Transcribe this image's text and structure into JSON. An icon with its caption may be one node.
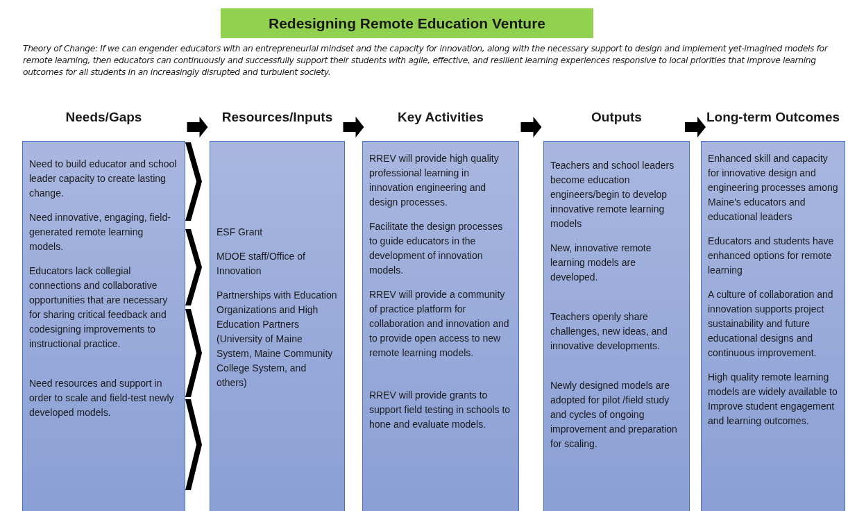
{
  "diagram": {
    "title": "Redesigning Remote Education Venture",
    "nodes": [
      {
        "text": [
          "Needs/Gaps",
          "Need to build educator and school leader capacity to create lasting change.",
          "Need innovative, engaging, field-generated remote learning models.",
          "Educators lack collegial connections and collaborative opportunities that are necessary for sharing critical feedback and codesigning improvements to instructional practice.",
          "Need resources and support in order to scale and field-test  newly developed models."
        ]
      },
      {
        "text": [
          "Resources/Inputs",
          "ESF Grant",
          "MDOE staff/Office of Innovation",
          "Partnerships with Education Organizations and High Education Partners (University of Maine System, Maine Community College System, and others)"
        ]
      },
      {
        "text": [
          "Key Activities",
          "RREV will provide high quality professional learning in innovation engineering and design processes.",
          "Facilitate the design processes to guide educators in the development of innovation models.",
          "RREV will provide a community of practice platform for collaboration and innovation and to provide open access to new remote learning models.",
          "RREV will provide grants to support field testing in schools to hone and evaluate models."
        ]
      },
      {
        "text": [
          "Outputs",
          "Teachers and school leaders become education engineers/begin to develop innovative remote learning models",
          "New, innovative remote learning models are developed.",
          "Teachers openly share challenges, new ideas, and innovative developments.",
          "Newly designed models are adopted for pilot /field study and cycles of ongoing improvement and preparation for scaling."
        ]
      },
      {
        "text": [
          "Long-term Outcomes",
          "Enhanced skill and capacity for innovative design and engineering processes among Maine's educators and educational leaders",
          "Educators and students have enhanced options for remote learning",
          "A culture of collaboration and innovation supports project sustainability and future educational designs and continuous improvement.",
          "High quality remote learning models are widely available to Improve student engagement and learning outcomes."
        ]
      }
    ],
    "edges": [
      {
        "from": 0,
        "to": 1,
        "arrow": "to"
      },
      {
        "from": 1,
        "to": 2,
        "arrow": "to"
      },
      {
        "from": 2,
        "to": 3,
        "arrow": "to"
      },
      {
        "from": 3,
        "to": 4,
        "arrow": "to"
      },
      {
        "from": 0,
        "to": 1,
        "arrow": "to"
      },
      {
        "from": 0,
        "to": 1,
        "arrow": "to"
      },
      {
        "from": 0,
        "to": 1,
        "arrow": "to"
      },
      {
        "from": 0,
        "to": 1,
        "arrow": "to"
      }
    ],
    "labels": [
      "Theory of Change: If we can engender educators with an entrepreneurial mindset and the capacity for innovation, along with the necessary support to design and implement yet-imagined models for remote learning, then educators can continuously and successfully support their students with agile, effective, and resilient learning experiences responsive to local priorities that improve learning outcomes for all students in an increasingly disrupted and turbulent society."
    ]
  }
}
